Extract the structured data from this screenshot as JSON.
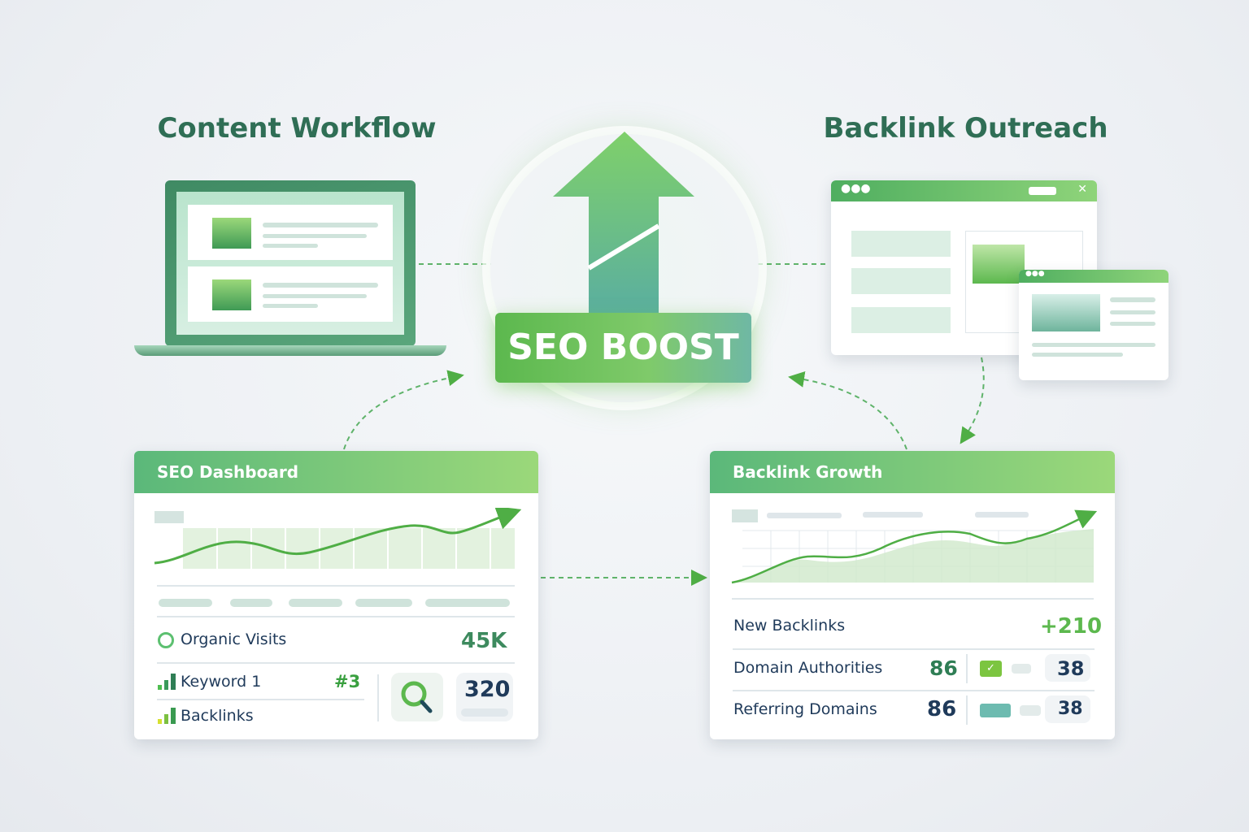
{
  "titles": {
    "left": "Content Workflow",
    "right": "Backlink Outreach"
  },
  "center": {
    "label": "SEO BOOST"
  },
  "seo_dashboard": {
    "title": "SEO Dashboard",
    "organic_visits_label": "Organic Visits",
    "organic_visits_value": "45K",
    "keyword_label": "Keyword 1",
    "keyword_rank": "#3",
    "backlinks_label": "Backlinks",
    "search_count": "320"
  },
  "backlink_growth": {
    "title": "Backlink Growth",
    "new_backlinks_label": "New Backlinks",
    "new_backlinks_value": "+210",
    "domain_auth_label": "Domain Authorities",
    "domain_auth_value": "86",
    "domain_auth_side": "38",
    "ref_domains_label": "Referring Domains",
    "ref_domains_value": "86",
    "ref_domains_side": "38"
  },
  "colors": {
    "accent": "#5bb87a",
    "title": "#2f6e55",
    "dark": "#1f3a5a"
  }
}
